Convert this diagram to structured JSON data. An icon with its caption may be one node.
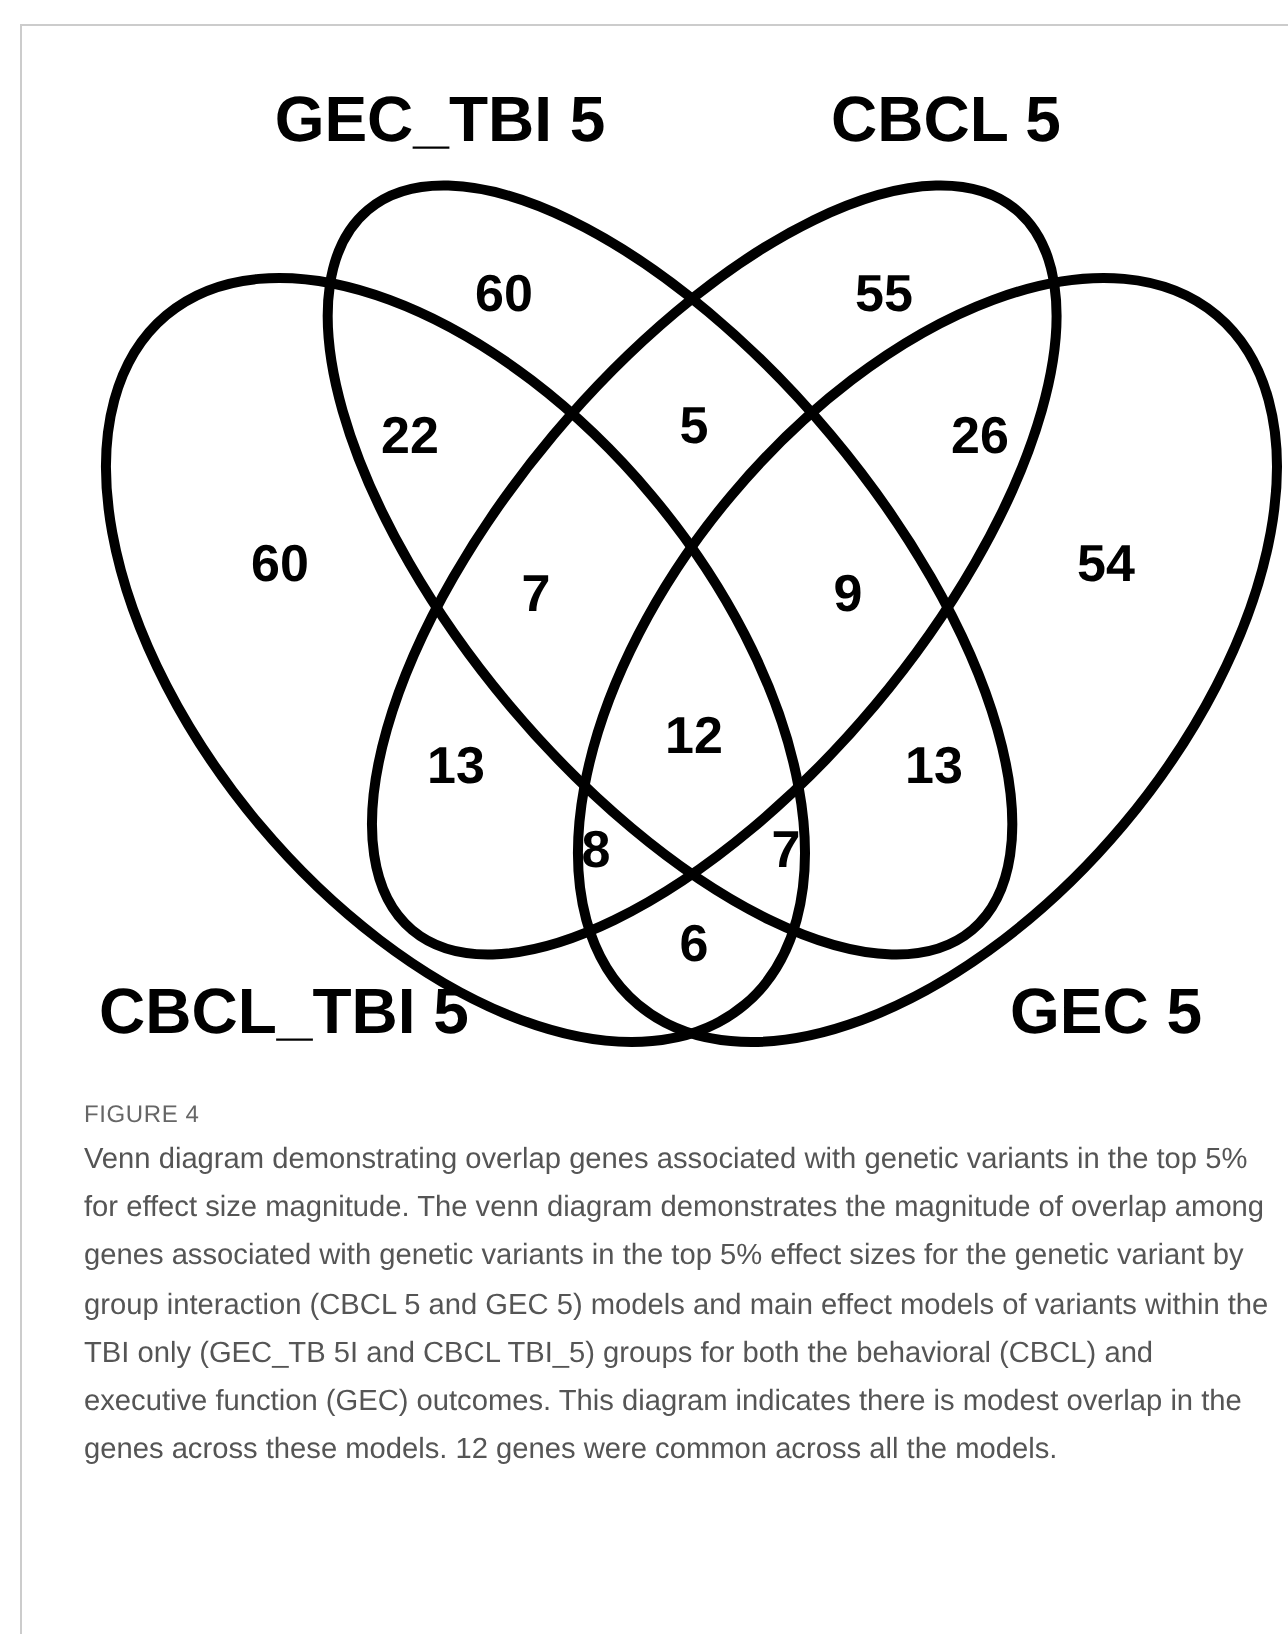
{
  "diagram": {
    "caption": "Venn diagram demonstrating overlap genes associated with genetic variants in the top 5% for effect size magnitude. The venn diagram demonstrates the magnitude of overlap among genes associated with genetic variants in the top 5% effect sizes for the genetic variant by group interaction (CBCL 5 and GEC 5) models and main effect models of variants within the TBI only (GEC_TB 5I and CBCL TBI_5) groups for both the behavioral (CBCL) and executive function (GEC) outcomes. This diagram indicates there is modest overlap in the genes across these models. 12 genes were common across all the models.",
    "title": "FIGURE 4",
    "nodes": [
      {
        "text": [
          "GEC_TBI 5"
        ]
      },
      {
        "text": [
          "CBCL 5"
        ]
      },
      {
        "text": [
          "CBCL_TBI 5"
        ]
      },
      {
        "text": [
          "GEC 5"
        ]
      }
    ],
    "labels": [
      "60",
      "55",
      "22",
      "5",
      "26",
      "60",
      "7",
      "9",
      "54",
      "13",
      "12",
      "13",
      "8",
      "7",
      "6"
    ]
  }
}
